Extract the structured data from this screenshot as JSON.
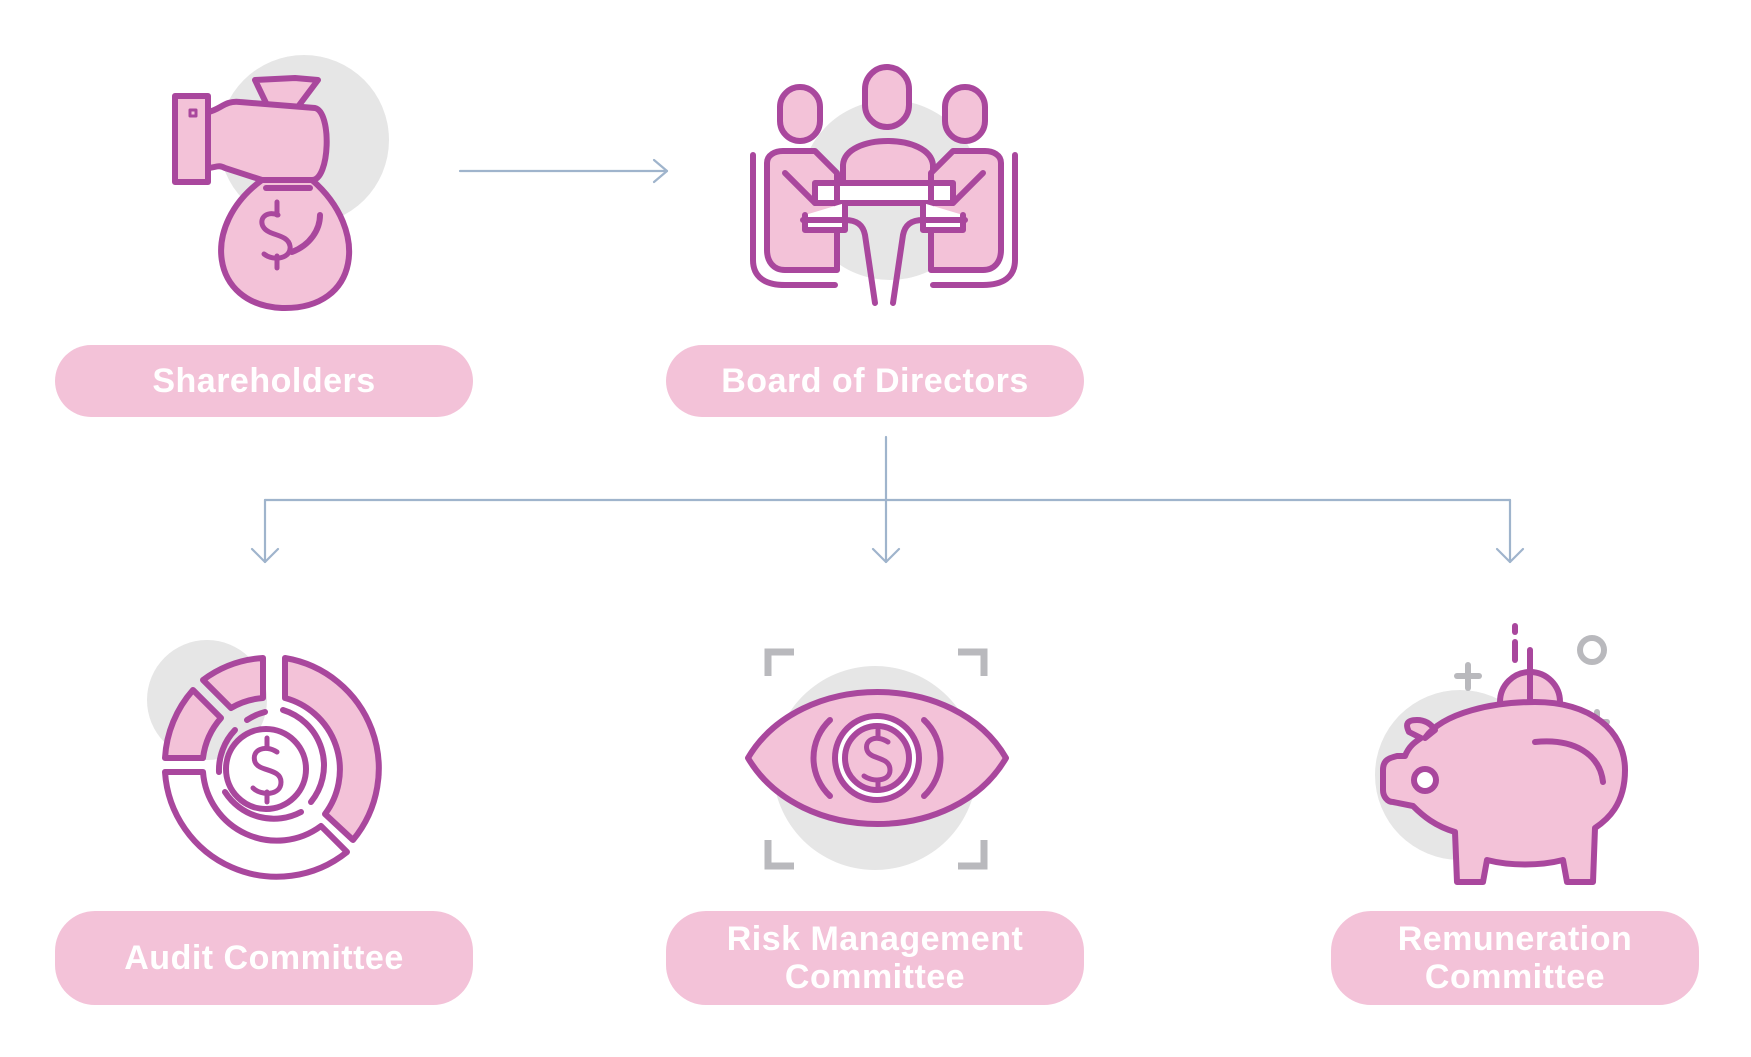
{
  "colors": {
    "pink_fill": "#f3c2d8",
    "purple_stroke": "#a9479d",
    "gray_circle": "#e6e6e6",
    "gray_bracket": "#b9b9bd",
    "arrow": "#9fb4cc",
    "label_text": "#ffffff"
  },
  "nodes": {
    "shareholders": {
      "label": "Shareholders",
      "icon": "money-bag-hand-icon"
    },
    "board": {
      "label": "Board of Directors",
      "icon": "board-meeting-icon"
    },
    "audit": {
      "label": "Audit Committee",
      "icon": "donut-chart-dollar-icon"
    },
    "risk": {
      "label_line1": "Risk Management",
      "label_line2": "Committee",
      "icon": "eye-dollar-icon"
    },
    "remuneration": {
      "label_line1": "Remuneration",
      "label_line2": "Committee",
      "icon": "piggy-bank-icon"
    }
  },
  "edges": [
    {
      "from": "Shareholders",
      "to": "Board of Directors"
    },
    {
      "from": "Board of Directors",
      "to": "Audit Committee"
    },
    {
      "from": "Board of Directors",
      "to": "Risk Management Committee"
    },
    {
      "from": "Board of Directors",
      "to": "Remuneration Committee"
    }
  ]
}
